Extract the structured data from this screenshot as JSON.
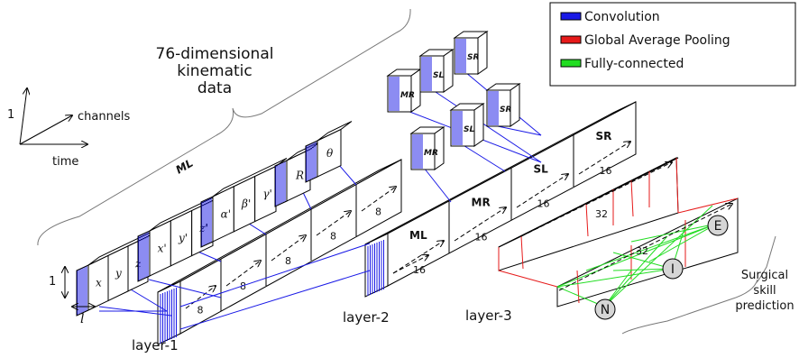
{
  "title_lines": [
    "76-dimensional",
    "kinematic",
    "data"
  ],
  "axes": {
    "one": "1",
    "channels": "channels",
    "time": "time"
  },
  "legend": [
    {
      "label": "Convolution",
      "color": "#1a1ae6"
    },
    {
      "label": "Global Average Pooling",
      "color": "#e61a1a"
    },
    {
      "label": "Fully-connected",
      "color": "#22dd22"
    }
  ],
  "input_groups": {
    "ml_brace": "ML",
    "channels_1": [
      "x",
      "y",
      "z"
    ],
    "channels_2": [
      "x'",
      "y'",
      "z'"
    ],
    "channels_3": [
      "α'",
      "β'",
      "γ'"
    ],
    "channels_4": [
      "R"
    ],
    "channels_5": [
      "θ"
    ]
  },
  "dims": {
    "height_one": "1",
    "length": "l"
  },
  "layer1": {
    "label": "layer-1",
    "segment_width": "8"
  },
  "layer2": {
    "label": "layer-2",
    "segments": [
      "ML",
      "MR",
      "SL",
      "SR"
    ],
    "segment_width": "16",
    "upper_blocks": [
      "MR",
      "SL",
      "SR",
      "MR",
      "SL",
      "SR"
    ]
  },
  "layer3": {
    "label": "layer-3",
    "width": "32"
  },
  "outputs": {
    "nodes": [
      "N",
      "I",
      "E"
    ],
    "prediction_lines": [
      "Surgical",
      "skill",
      "prediction"
    ]
  },
  "colors": {
    "conv": "#1a1ae6",
    "gap": "#e61a1a",
    "fc": "#22dd22",
    "node": "#d6d6d6"
  }
}
